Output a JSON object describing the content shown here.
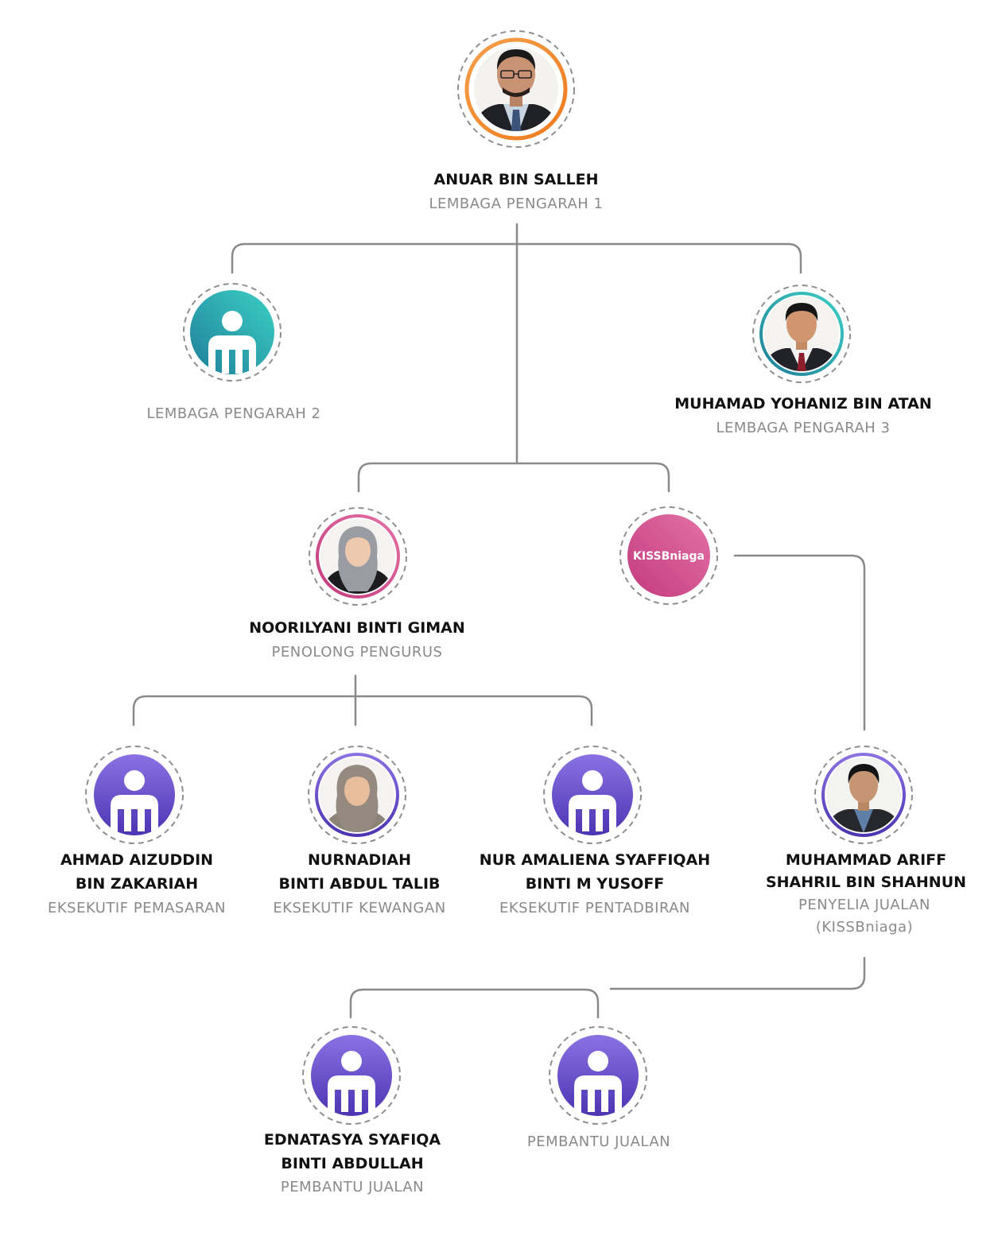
{
  "colors": {
    "connector": "#8a8a8a",
    "dashed_ring": "#8f8f8f",
    "orange": "#f28a2e",
    "teal_light": "#3ccfc4",
    "teal_dark": "#1f7f9a",
    "pink_light": "#e472a6",
    "pink_dark": "#c33a7d",
    "purple_light": "#8b72e3",
    "purple_dark": "#4c34b3"
  },
  "nodes": {
    "director1": {
      "name": "ANUAR BIN SALLEH",
      "role": "LEMBAGA PENGARAH 1",
      "avatar": "photo-man-glasses"
    },
    "director2": {
      "role": "LEMBAGA PENGARAH 2",
      "avatar": "person-placeholder-icon"
    },
    "director3": {
      "name": "MUHAMAD YOHANIZ BIN ATAN",
      "role": "LEMBAGA PENGARAH 3",
      "avatar": "photo-man-suit"
    },
    "asst_manager": {
      "name": "NOORILYANI BINTI GIMAN",
      "role": "PENOLONG PENGURUS",
      "avatar": "photo-woman-hijab"
    },
    "kissbniaga": {
      "label": "KISSBniaga"
    },
    "marketing": {
      "name_line1": "AHMAD AIZUDDIN",
      "name_line2": "BIN ZAKARIAH",
      "role": "EKSEKUTIF PEMASARAN",
      "avatar": "person-placeholder-icon"
    },
    "finance": {
      "name_line1": "NURNADIAH",
      "name_line2": "BINTI ABDUL TALIB",
      "role": "EKSEKUTIF KEWANGAN",
      "avatar": "photo-woman-hijab"
    },
    "admin": {
      "name_line1": "NUR AMALIENA SYAFFIQAH",
      "name_line2": "BINTI M YUSOFF",
      "role": "EKSEKUTIF PENTADBIRAN",
      "avatar": "person-placeholder-icon"
    },
    "sales_supervisor": {
      "name_line1": "MUHAMMAD ARIFF",
      "name_line2": "SHAHRIL BIN SHAHNUN",
      "role_line1": "PENYELIA JUALAN",
      "role_line2": "(KISSBniaga)",
      "avatar": "photo-man-suit"
    },
    "sales_asst1": {
      "name_line1": "EDNATASYA SYAFIQA",
      "name_line2": "BINTI ABDULLAH",
      "role": "PEMBANTU JUALAN",
      "avatar": "person-placeholder-icon"
    },
    "sales_asst2": {
      "role": "PEMBANTU JUALAN",
      "avatar": "person-placeholder-icon"
    }
  }
}
